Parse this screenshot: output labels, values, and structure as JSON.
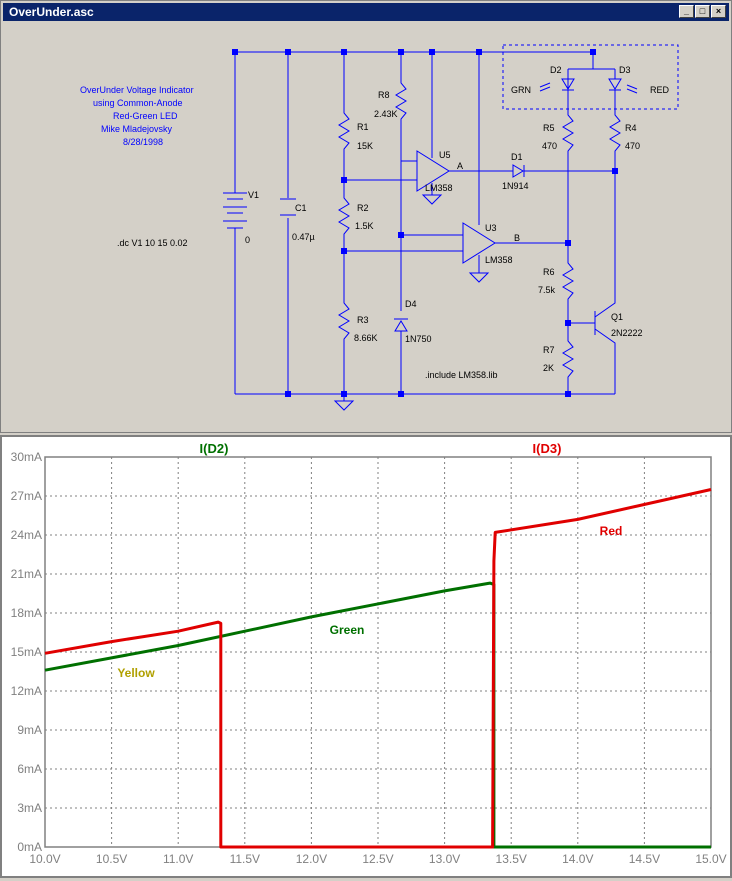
{
  "window": {
    "title": "OverUnder.asc"
  },
  "schematic": {
    "comment_lines": [
      "OverUnder Voltage Indicator",
      "using Common-Anode",
      "Red-Green LED",
      "Mike Mladejovsky",
      "8/28/1998"
    ],
    "dc_directive": ".dc V1 10 15 0.02",
    "include_directive": ".include LM358.lib",
    "net_a": "A",
    "net_b": "B",
    "grn_label": "GRN",
    "red_label": "RED",
    "components": {
      "V1": {
        "name": "V1",
        "value": "0"
      },
      "C1": {
        "name": "C1",
        "value": "0.47µ"
      },
      "R1": {
        "name": "R1",
        "value": "15K"
      },
      "R2": {
        "name": "R2",
        "value": "1.5K"
      },
      "R3": {
        "name": "R3",
        "value": "8.66K"
      },
      "R8": {
        "name": "R8",
        "value": "2.43K"
      },
      "R4": {
        "name": "R4",
        "value": "470"
      },
      "R5": {
        "name": "R5",
        "value": "470"
      },
      "R6": {
        "name": "R6",
        "value": "7.5k"
      },
      "R7": {
        "name": "R7",
        "value": "2K"
      },
      "U5": {
        "name": "U5",
        "value": "LM358"
      },
      "U3": {
        "name": "U3",
        "value": "LM358"
      },
      "D1": {
        "name": "D1",
        "value": "1N914"
      },
      "D2": {
        "name": "D2"
      },
      "D3": {
        "name": "D3"
      },
      "D4": {
        "name": "D4",
        "value": "1N750"
      },
      "Q1": {
        "name": "Q1",
        "value": "2N2222"
      }
    }
  },
  "chart_data": {
    "type": "line",
    "x_ticks": [
      "10.0V",
      "10.5V",
      "11.0V",
      "11.5V",
      "12.0V",
      "12.5V",
      "13.0V",
      "13.5V",
      "14.0V",
      "14.5V",
      "15.0V"
    ],
    "y_ticks": [
      "0mA",
      "3mA",
      "6mA",
      "9mA",
      "12mA",
      "15mA",
      "18mA",
      "21mA",
      "24mA",
      "27mA",
      "30mA"
    ],
    "xlim": [
      10,
      15
    ],
    "ylim": [
      0,
      30
    ],
    "grid": true,
    "legend": [
      "I(D2)",
      "I(D3)"
    ],
    "annotations": {
      "green": "Green",
      "yellow": "Yellow",
      "red": "Red"
    },
    "colors": {
      "green": "#007000",
      "red": "#e00000",
      "yellow": "#b0a000",
      "grid": "#808080"
    },
    "series": [
      {
        "name": "I(D2)",
        "color": "#007000",
        "x": [
          10.0,
          11.0,
          12.0,
          13.0,
          13.34,
          13.37,
          13.37,
          13.38,
          15.0
        ],
        "y": [
          13.6,
          15.5,
          17.7,
          19.7,
          20.3,
          20.2,
          0.0,
          0.0,
          0.0
        ]
      },
      {
        "name": "I(D3)",
        "color": "#e00000",
        "x": [
          10.0,
          10.5,
          11.0,
          11.3,
          11.32,
          11.32,
          13.36,
          13.37,
          13.38,
          14.0,
          15.0
        ],
        "y": [
          14.9,
          15.8,
          16.6,
          17.3,
          17.2,
          0.0,
          0.0,
          22.0,
          24.2,
          25.2,
          27.5
        ]
      }
    ]
  }
}
